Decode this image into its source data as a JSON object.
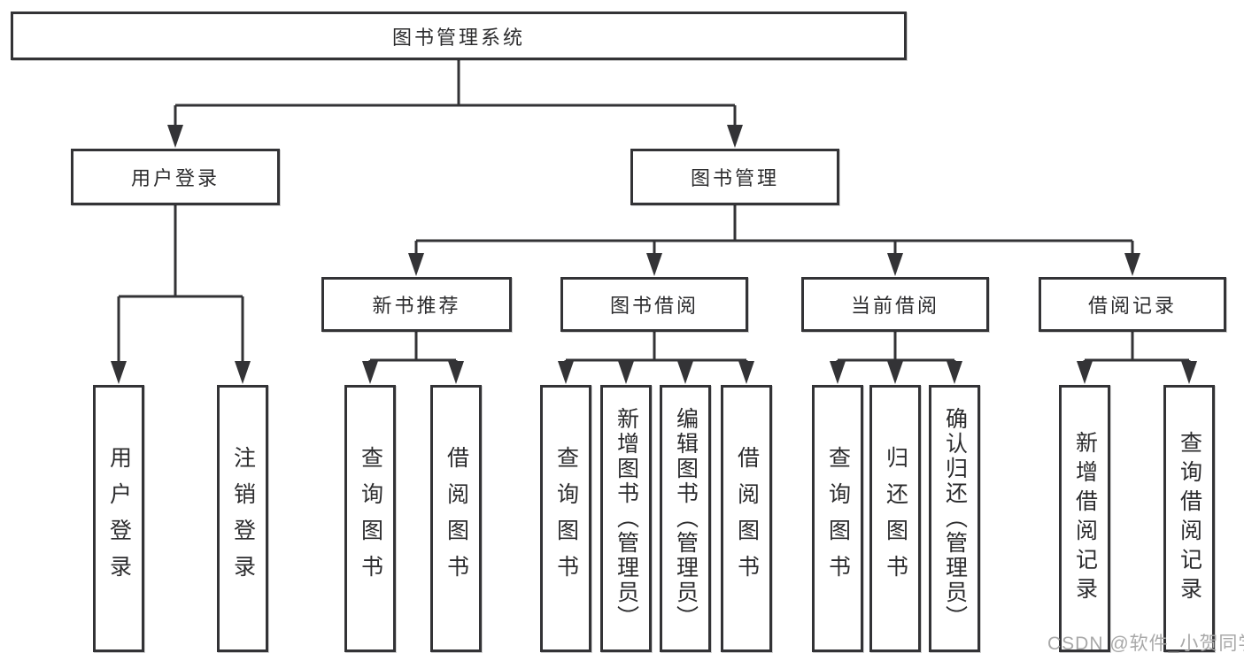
{
  "diagram_title": "图书管理系统",
  "tree": {
    "root": {
      "label": "图书管理系统"
    },
    "branches": [
      {
        "label": "用户登录",
        "children": [
          {
            "label": "用户登录"
          },
          {
            "label": "注销登录"
          }
        ]
      },
      {
        "label": "图书管理",
        "children": [
          {
            "label": "新书推荐",
            "children": [
              {
                "label": "查询图书"
              },
              {
                "label": "借阅图书"
              }
            ]
          },
          {
            "label": "图书借阅",
            "children": [
              {
                "label": "查询图书"
              },
              {
                "label": "新增图书（管理员）"
              },
              {
                "label": "编辑图书（管理员）"
              },
              {
                "label": "借阅图书"
              }
            ]
          },
          {
            "label": "当前借阅",
            "children": [
              {
                "label": "查询图书"
              },
              {
                "label": "归还图书"
              },
              {
                "label": "确认归还（管理员）"
              }
            ]
          },
          {
            "label": "借阅记录",
            "children": [
              {
                "label": "新增借阅记录"
              },
              {
                "label": "查询借阅记录"
              }
            ]
          }
        ]
      }
    ]
  },
  "watermark": {
    "text": "CSDN @软件_小贺同学",
    "color": "#a8a8a8"
  },
  "colors": {
    "background": "#ffffff",
    "line": "#333336",
    "box_border": "#333336",
    "box_fill": "#ffffff",
    "text": "#2c2c2e"
  }
}
